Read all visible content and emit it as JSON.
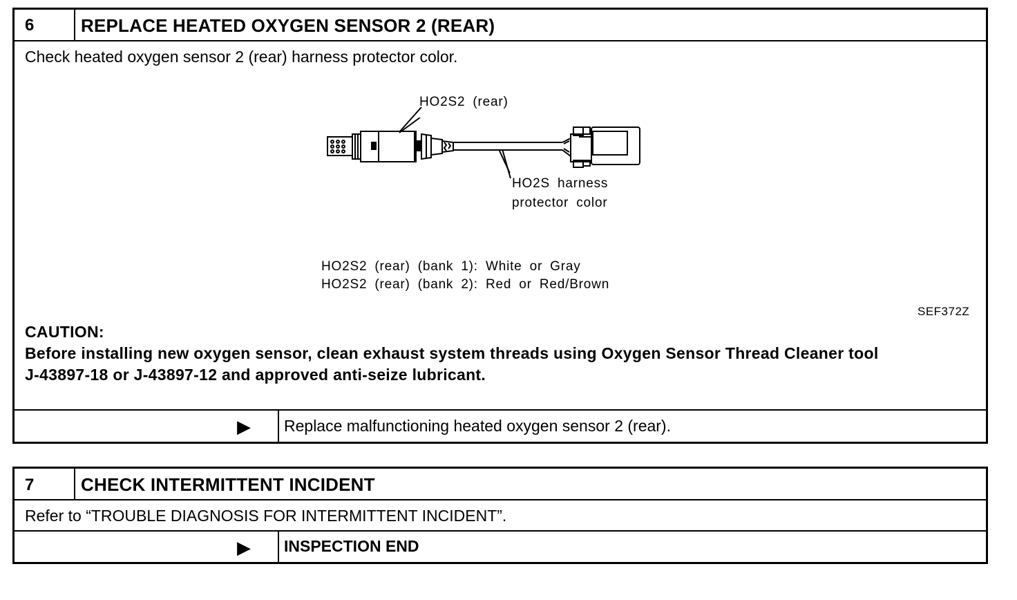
{
  "step6": {
    "number": "6",
    "title": "REPLACE HEATED OXYGEN SENSOR 2 (REAR)",
    "instruction": "Check heated oxygen sensor 2 (rear) harness protector color.",
    "figure": {
      "label_sensor": "HO2S2  (rear)",
      "label_harness_line1": "HO2S  harness",
      "label_harness_line2": "protector  color",
      "spec_line1": "HO2S2  (rear)  (bank  1):  White  or  Gray",
      "spec_line2": "HO2S2  (rear)  (bank  2):  Red  or  Red/Brown",
      "figure_code": "SEF372Z"
    },
    "caution_heading": "CAUTION:",
    "caution_line1": "Before installing new oxygen sensor, clean exhaust system threads using Oxygen Sensor Thread Cleaner tool",
    "caution_line2": "J-43897-18 or J-43897-12 and approved anti-seize lubricant.",
    "result_arrow": "▶",
    "result_text": "Replace malfunctioning heated oxygen sensor 2 (rear)."
  },
  "step7": {
    "number": "7",
    "title": "CHECK INTERMITTENT INCIDENT",
    "instruction": "Refer to “TROUBLE DIAGNOSIS FOR INTERMITTENT INCIDENT”.",
    "result_arrow": "▶",
    "result_text": "INSPECTION END"
  }
}
